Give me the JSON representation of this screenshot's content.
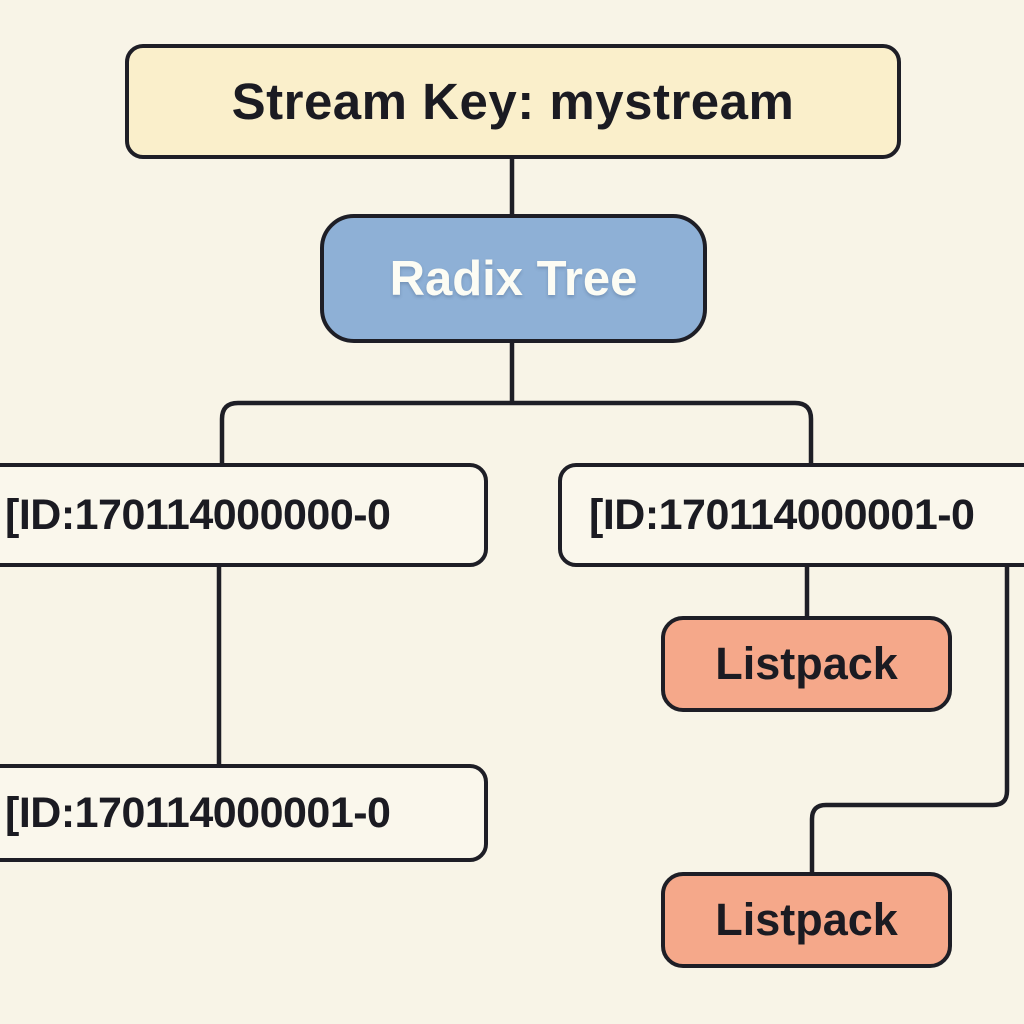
{
  "nodes": {
    "stream_key": {
      "label": "Stream Key: mystream"
    },
    "radix_tree": {
      "label": "Radix Tree"
    },
    "entry_left": {
      "label": "[ID:170114000000-0"
    },
    "entry_right": {
      "label": "[ID:170114000001-0"
    },
    "entry_left_child": {
      "label": "[ID:170114000001-0"
    },
    "listpack_1": {
      "label": "Listpack"
    },
    "listpack_2": {
      "label": "Listpack"
    }
  },
  "colors": {
    "background": "#F8F4E7",
    "line": "#1E1E26",
    "text": "#1B1B22",
    "stream_key_fill": "#FAEFCB",
    "radix_fill": "#8EB0D6",
    "radix_text": "#FCFCF4",
    "entry_fill": "#FAF7EC",
    "listpack_fill": "#F5A88A"
  }
}
